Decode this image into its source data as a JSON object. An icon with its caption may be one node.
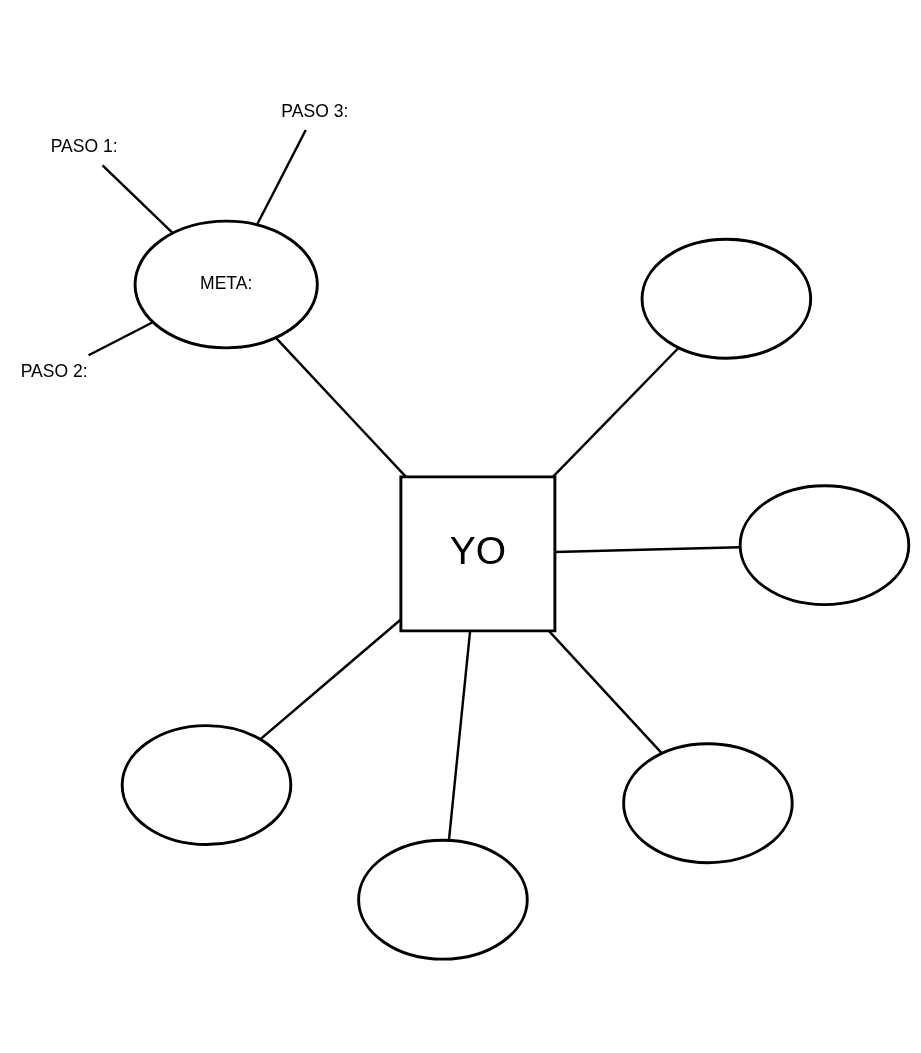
{
  "diagram": {
    "nodes": [
      {
        "text": [
          "PASO 1:"
        ]
      },
      {
        "text": [],
        "shape": "ellipse"
      },
      {
        "text": [
          "PASO 2:"
        ]
      },
      {
        "text": [
          "META:"
        ]
      },
      {
        "text": [
          "PASO 3:"
        ]
      },
      {
        "text": [
          "YO"
        ]
      },
      {
        "text": [],
        "shape": "ellipse"
      },
      {
        "text": [],
        "shape": "ellipse"
      },
      {
        "text": [],
        "shape": "ellipse"
      },
      {
        "text": [],
        "shape": "ellipse"
      }
    ],
    "edges": [
      {
        "from": 5,
        "to": 1,
        "arrow": "none"
      },
      {
        "from": 5,
        "to": 3,
        "arrow": "none"
      },
      {
        "from": 3,
        "to": 0,
        "arrow": "none"
      },
      {
        "from": 3,
        "to": 2,
        "arrow": "none"
      },
      {
        "from": 3,
        "to": 4,
        "arrow": "none"
      },
      {
        "from": 5,
        "to": 6,
        "arrow": "none"
      },
      {
        "from": 5,
        "to": 7,
        "arrow": "none"
      },
      {
        "from": 5,
        "to": 8,
        "arrow": "none"
      },
      {
        "from": 5,
        "to": 9,
        "arrow": "none"
      }
    ]
  }
}
